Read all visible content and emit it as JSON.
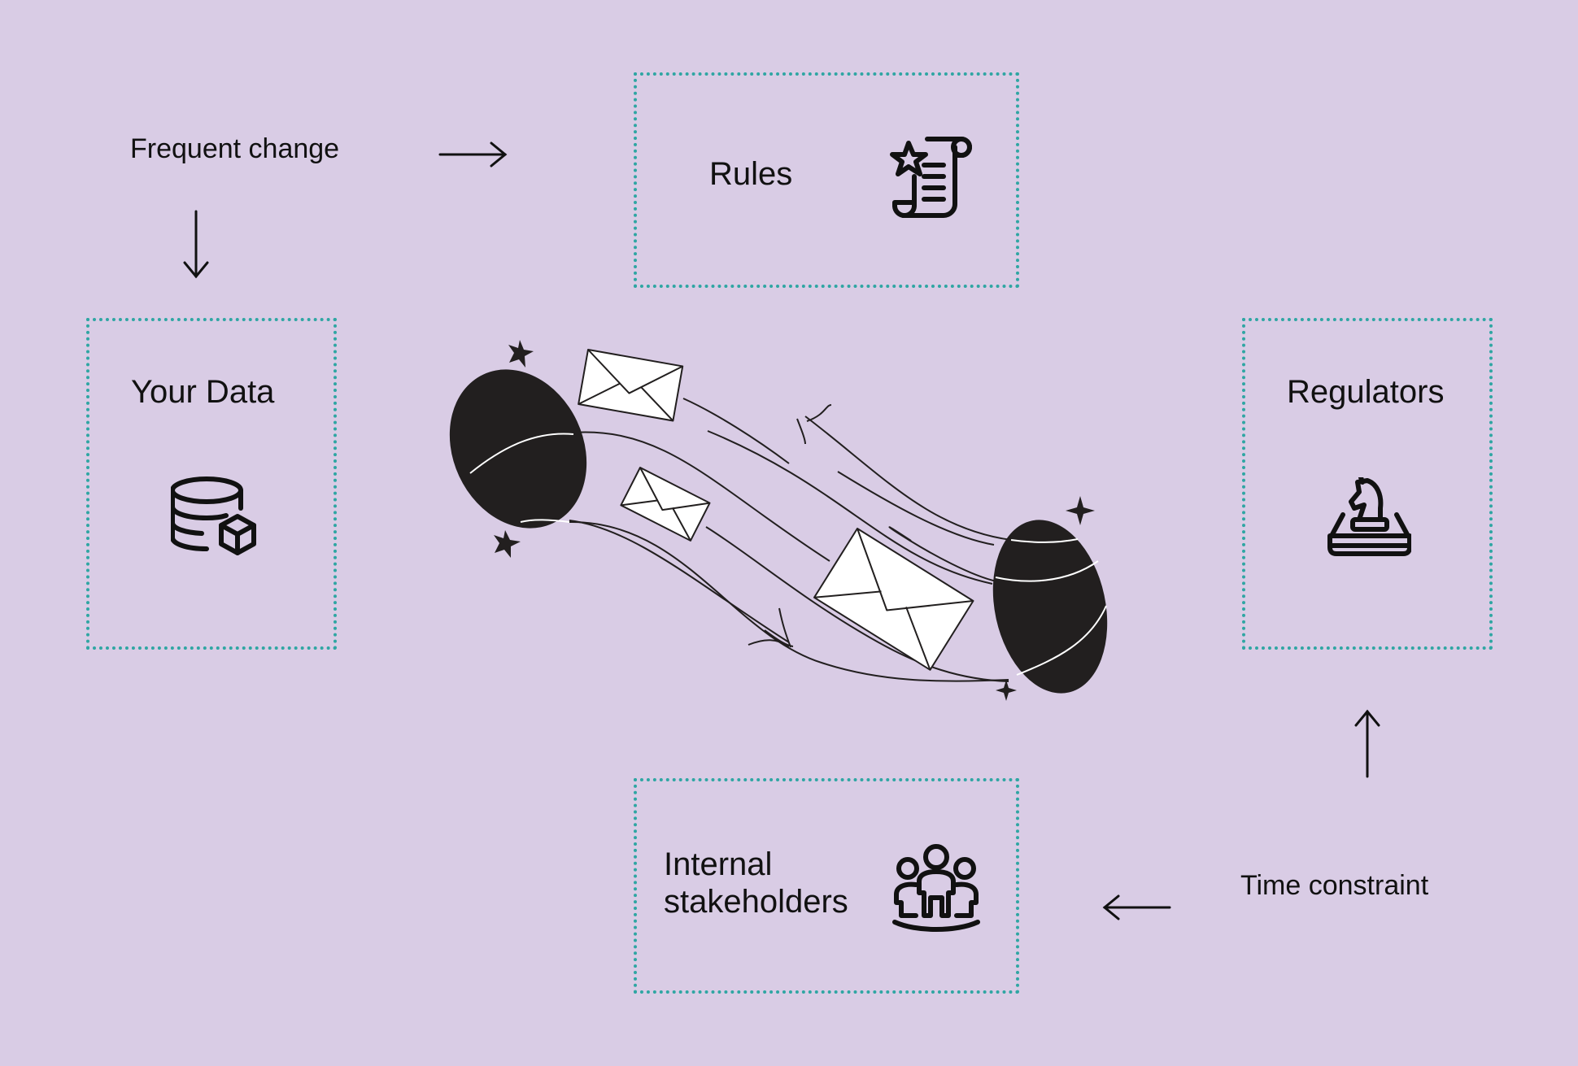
{
  "colors": {
    "background": "#d9cce5",
    "box_border": "#2fa6a3",
    "ink": "#111111"
  },
  "labels": {
    "frequent_change": "Frequent change",
    "time_constraint": "Time constraint"
  },
  "boxes": {
    "rules": {
      "title": "Rules",
      "icon": "scroll-certificate-icon"
    },
    "your_data": {
      "title": "Your Data",
      "icon": "database-package-icon"
    },
    "regulators": {
      "title": "Regulators",
      "icon": "chess-knight-tray-icon"
    },
    "internal_stakeholders": {
      "title_line1": "Internal",
      "title_line2": "stakeholders",
      "icon": "people-group-icon"
    }
  },
  "arrows": [
    "arrow-right-icon",
    "arrow-down-icon",
    "arrow-up-icon",
    "arrow-left-icon"
  ],
  "illustration": {
    "icon": "portal-envelopes-illustration"
  }
}
